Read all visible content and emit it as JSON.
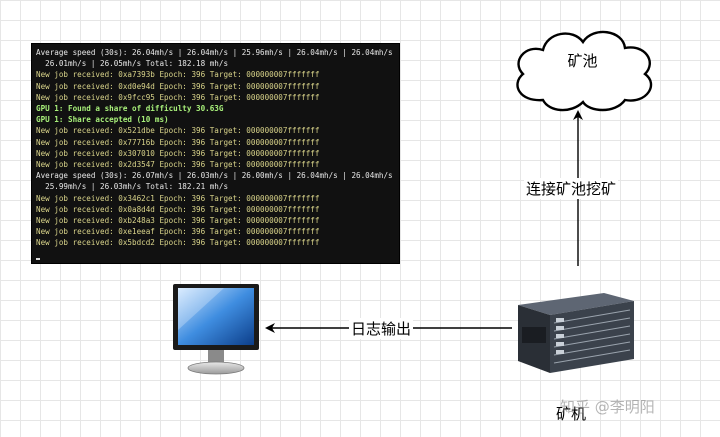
{
  "terminal": {
    "lines": [
      {
        "text": "Average speed (30s): 26.04mh/s | 26.04mh/s | 25.96mh/s | 26.04mh/s | 26.04mh/s |",
        "kind": "stat"
      },
      {
        "text": "  26.01mh/s | 26.05mh/s Total: 182.18 mh/s",
        "kind": "stat"
      },
      {
        "text": "New job received: 0xa7393b Epoch: 396 Target: 000000007fffffff",
        "kind": "job"
      },
      {
        "text": "New job received: 0xd0e94d Epoch: 396 Target: 000000007fffffff",
        "kind": "job"
      },
      {
        "text": "New job received: 0x9fcc95 Epoch: 396 Target: 000000007fffffff",
        "kind": "job"
      },
      {
        "text": "GPU 1: Found a share of difficulty 30.63G",
        "kind": "gpu"
      },
      {
        "text": "GPU 1: Share accepted (10 ms)",
        "kind": "gpu"
      },
      {
        "text": "New job received: 0x521dbe Epoch: 396 Target: 000000007fffffff",
        "kind": "job"
      },
      {
        "text": "New job received: 0x77716b Epoch: 396 Target: 000000007fffffff",
        "kind": "job"
      },
      {
        "text": "New job received: 0x307010 Epoch: 396 Target: 000000007fffffff",
        "kind": "job"
      },
      {
        "text": "New job received: 0x2d3547 Epoch: 396 Target: 000000007fffffff",
        "kind": "job"
      },
      {
        "text": "Average speed (30s): 26.07mh/s | 26.03mh/s | 26.00mh/s | 26.04mh/s | 26.04mh/s |",
        "kind": "stat"
      },
      {
        "text": "  25.99mh/s | 26.03mh/s Total: 182.21 mh/s",
        "kind": "stat"
      },
      {
        "text": "New job received: 0x3462c1 Epoch: 396 Target: 000000007fffffff",
        "kind": "job"
      },
      {
        "text": "New job received: 0x0a8d4d Epoch: 396 Target: 000000007fffffff",
        "kind": "job"
      },
      {
        "text": "New job received: 0xb248a3 Epoch: 396 Target: 000000007fffffff",
        "kind": "job"
      },
      {
        "text": "New job received: 0xe1eeaf Epoch: 396 Target: 000000007fffffff",
        "kind": "job"
      },
      {
        "text": "New job received: 0x5bdcd2 Epoch: 396 Target: 000000007fffffff",
        "kind": "job"
      }
    ]
  },
  "pool": {
    "label": "矿池",
    "icon": "cloud-icon"
  },
  "edges": {
    "to_pool_label": "连接矿池挖矿",
    "log_label": "日志输出"
  },
  "miner": {
    "label": "矿机",
    "icon": "server-rack-icon"
  },
  "monitor": {
    "icon": "monitor-icon"
  },
  "watermark": "知乎 @李明阳"
}
